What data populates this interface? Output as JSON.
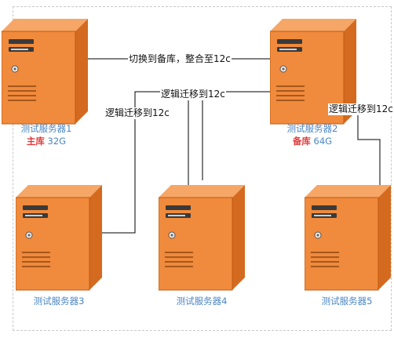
{
  "servers": [
    {
      "name": "测试服务器1",
      "role": "主库",
      "mem": "32G"
    },
    {
      "name": "测试服务器2",
      "role": "备库",
      "mem": "64G"
    },
    {
      "name": "测试服务器3"
    },
    {
      "name": "测试服务器4"
    },
    {
      "name": "测试服务器5"
    }
  ],
  "edges": {
    "switch": "切换到备库，整合至12c",
    "migrate_3": "逻辑迁移到12c",
    "migrate_4": "逻辑迁移到12c",
    "migrate_5": "逻辑迁移到12c"
  },
  "colors": {
    "server_front": "#f08a3c",
    "server_side": "#d46a1f",
    "server_top": "#f6a666",
    "name_text": "#4a86c5",
    "role_text": "#e23b3b"
  }
}
